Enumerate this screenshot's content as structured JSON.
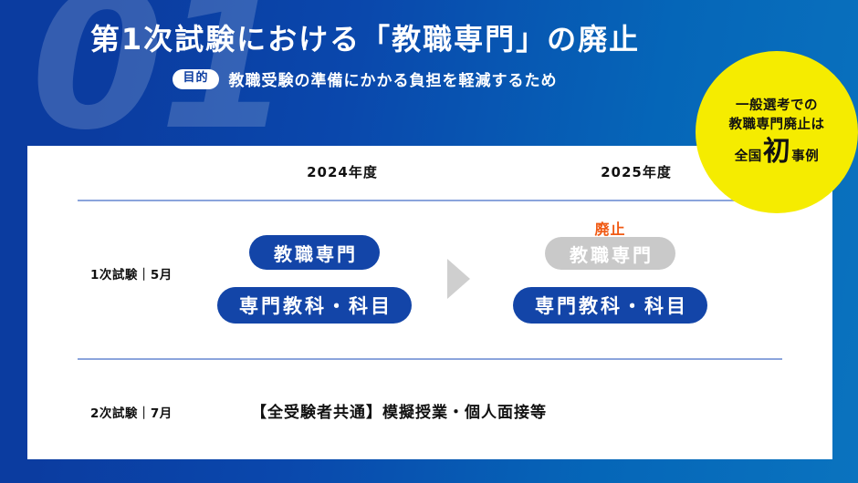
{
  "slide": {
    "number_watermark": "01",
    "title": "第1次試験における「教職専門」の廃止",
    "purpose_badge": "目的",
    "purpose_text": "教職受験の準備にかかる負担を軽減するため"
  },
  "callout": {
    "line1": "一般選考での",
    "line2": "教職専門廃止は",
    "line3_prefix": "全国",
    "line3_emphasis": "初",
    "line3_suffix": "事例"
  },
  "table": {
    "column_headers": [
      "2024年度",
      "2025年度"
    ],
    "rows": [
      {
        "label": "1次試験｜5月",
        "year2024_items": [
          "教職専門",
          "専門教科・科目"
        ],
        "year2025_items": [
          "教職専門",
          "専門教科・科目"
        ],
        "abolished_label": "廃止"
      },
      {
        "label": "2次試験｜7月",
        "content": "【全受験者共通】模擬授業・個人面接等"
      }
    ]
  },
  "colors": {
    "background_dark": "#0b3ca0",
    "background_light": "#0a73bf",
    "pill_blue": "#1345a8",
    "pill_grey": "#c9c9c9",
    "accent_yellow": "#f5ec00",
    "accent_orange": "#f05a14",
    "divider_blue": "#8ba4dc"
  }
}
